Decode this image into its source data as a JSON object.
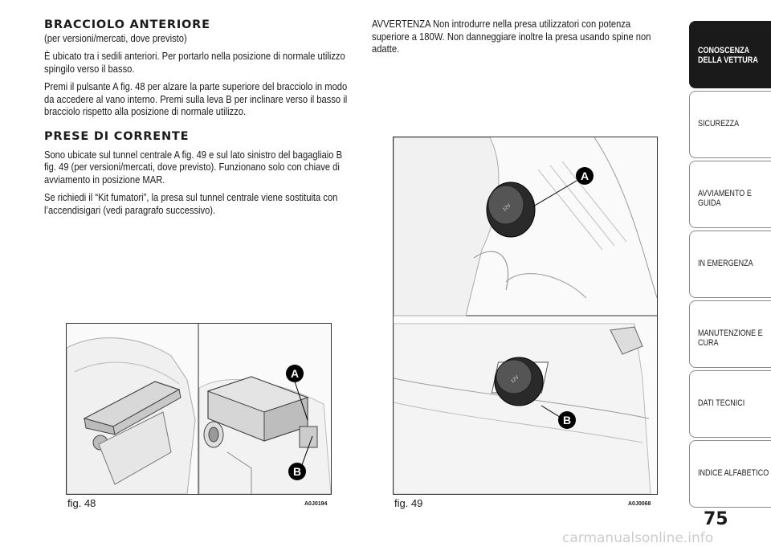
{
  "left": {
    "h1": "BRACCIOLO ANTERIORE",
    "h1_sub": "(per versioni/mercati, dove previsto)",
    "p1": "È ubicato tra i sedili anteriori. Per portarlo nella posizione di normale utilizzo spingilo verso il basso.",
    "p2": "Premi il pulsante A fig. 48 per alzare la parte superiore del bracciolo in modo da accedere al vano interno. Premi sulla leva B per inclinare verso il basso il bracciolo rispetto alla posizione di normale utilizzo.",
    "h2": "PRESE DI CORRENTE",
    "p3": "Sono ubicate sul tunnel centrale A fig. 49 e sul lato sinistro del bagagliaio B fig. 49 (per versioni/mercati, dove previsto). Funzionano solo con chiave di avviamento in posizione MAR.",
    "p4": "Se richiedi il “Kit fumatori”, la presa sul tunnel centrale viene sostituita con l’accendisigari (vedi paragrafo successivo)."
  },
  "right": {
    "warning": "AVVERTENZA Non introdurre nella presa utilizzatori con potenza superiore a 180W. Non danneggiare inoltre la presa usando spine non adatte."
  },
  "fig48": {
    "caption": "fig. 48",
    "code": "A0J0194",
    "label_a": "A",
    "label_b": "B"
  },
  "fig49": {
    "caption": "fig. 49",
    "code": "A0J0068",
    "label_a": "A",
    "label_b": "B",
    "socket_text": "12V"
  },
  "sidebar": {
    "tabs": [
      "CONOSCENZA DELLA VETTURA",
      "SICUREZZA",
      "AVVIAMENTO E GUIDA",
      "IN EMERGENZA",
      "MANUTENZIONE E CURA",
      "DATI TECNICI",
      "INDICE ALFABETICO"
    ]
  },
  "page_number": "75",
  "watermark": "carmanualsonline.info"
}
